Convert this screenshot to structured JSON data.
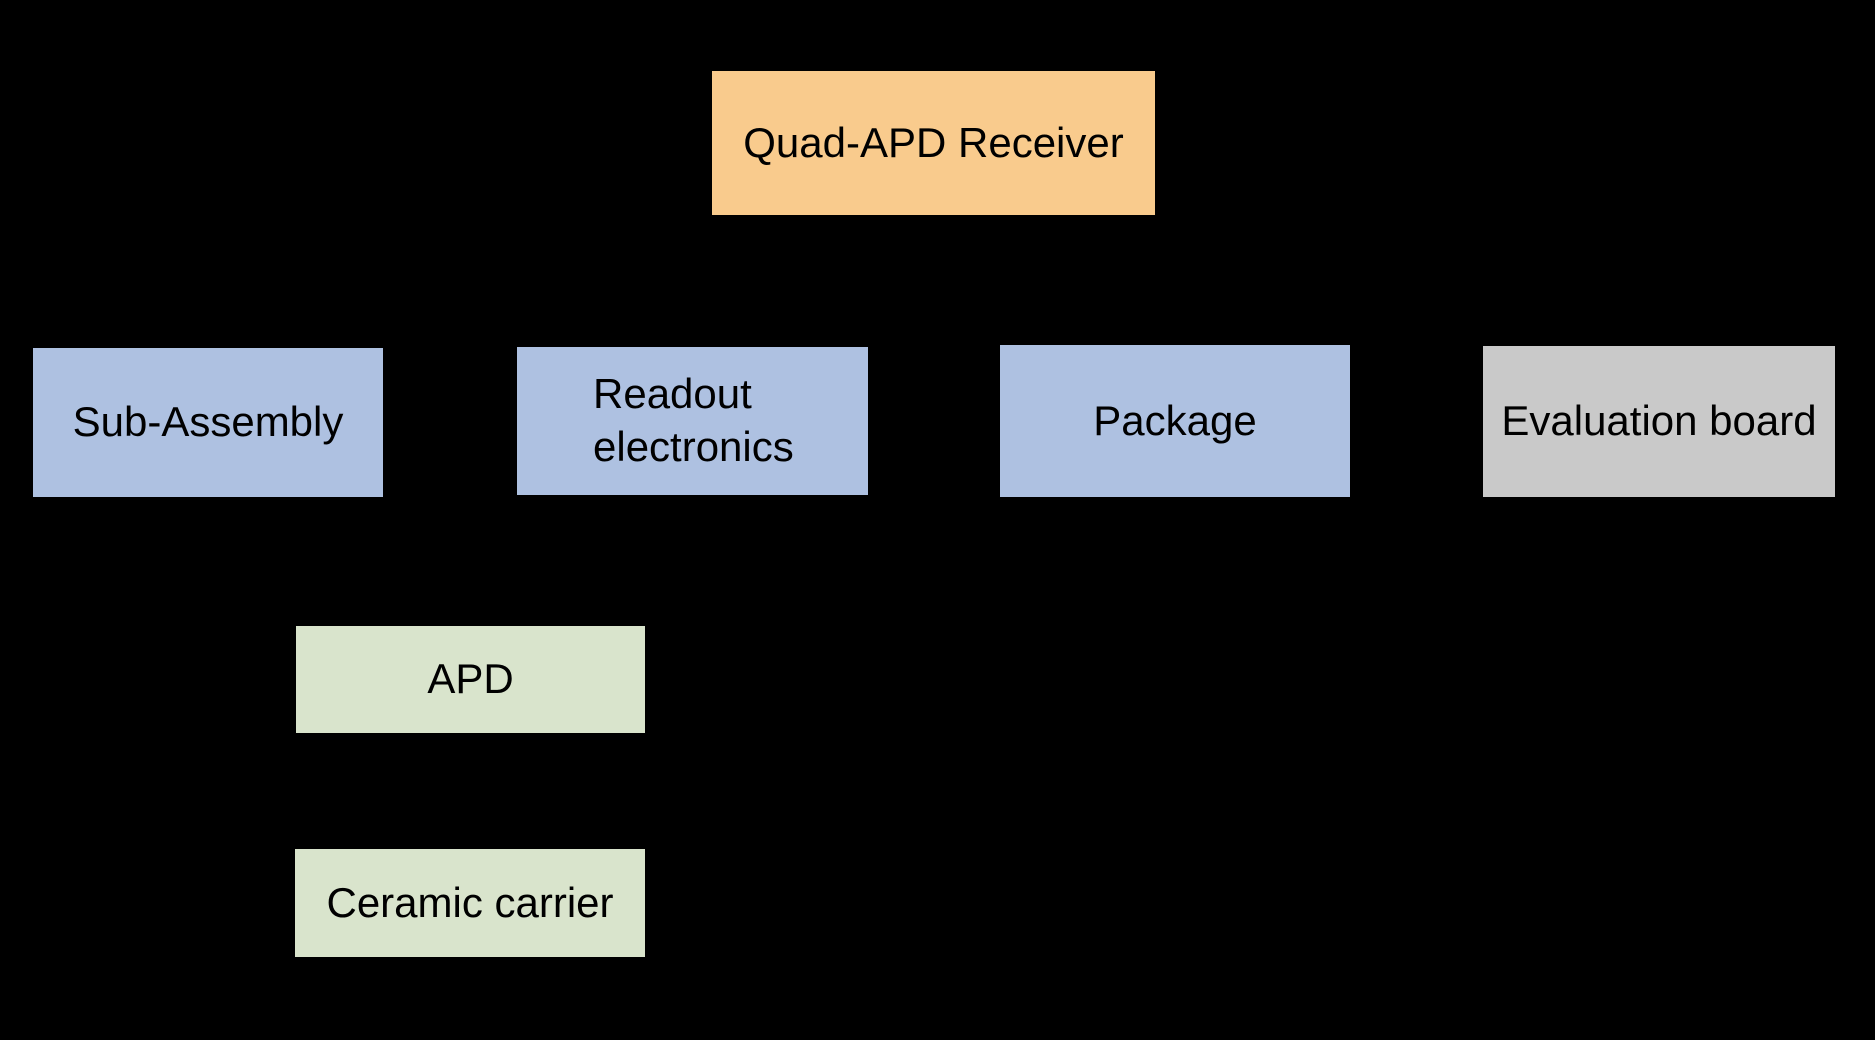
{
  "canvas": {
    "background_color": "#000000",
    "text_color": "#000000"
  },
  "colors": {
    "root_fill": "#f9cb8d",
    "level2_fill": "#aec1e1",
    "eval_fill": "#c9c9c9",
    "level3_fill": "#d9e4cc"
  },
  "nodes": [
    {
      "id": "quad-apd-receiver",
      "label": "Quad-APD Receiver",
      "fill": "#f9cb8d",
      "level": 1
    },
    {
      "id": "sub-assembly",
      "label": "Sub-Assembly",
      "fill": "#aec1e1",
      "level": 2
    },
    {
      "id": "readout-electronics",
      "label": "Readout electronics",
      "fill": "#aec1e1",
      "level": 2
    },
    {
      "id": "package",
      "label": "Package",
      "fill": "#aec1e1",
      "level": 2
    },
    {
      "id": "evaluation-board",
      "label": "Evaluation board",
      "fill": "#c9c9c9",
      "level": 2
    },
    {
      "id": "apd",
      "label": "APD",
      "fill": "#d9e4cc",
      "level": 3
    },
    {
      "id": "ceramic-carrier",
      "label": "Ceramic carrier",
      "fill": "#d9e4cc",
      "level": 3
    }
  ]
}
